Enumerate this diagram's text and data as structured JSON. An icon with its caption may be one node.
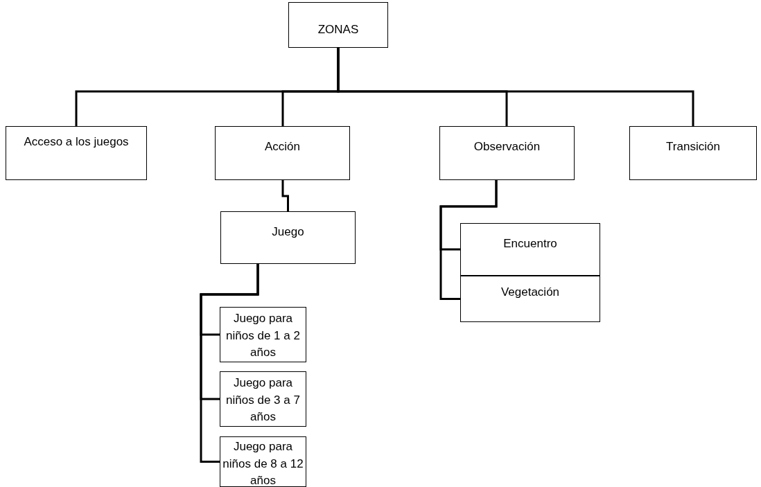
{
  "diagram": {
    "nodes": [
      {
        "text": [
          "ZONAS"
        ]
      },
      {
        "text": [
          "Acceso a los juegos"
        ]
      },
      {
        "text": [
          "Acción"
        ]
      },
      {
        "text": [
          "Observación"
        ]
      },
      {
        "text": [
          "Transición"
        ]
      },
      {
        "text": [
          "Juego"
        ]
      },
      {
        "text": [
          "Encuentro"
        ]
      },
      {
        "text": [
          "Vegetación"
        ]
      },
      {
        "text": [
          "Juego para niños de 1 a 2 años"
        ]
      },
      {
        "text": [
          "Juego para niños de 3 a 7 años"
        ]
      },
      {
        "text": [
          "Juego para niños de 8 a 12 años"
        ]
      }
    ],
    "edges": [
      {
        "from": 0,
        "to": 1,
        "arrow": "none"
      },
      {
        "from": 0,
        "to": 2,
        "arrow": "none"
      },
      {
        "from": 0,
        "to": 3,
        "arrow": "none"
      },
      {
        "from": 0,
        "to": 4,
        "arrow": "none"
      },
      {
        "from": 2,
        "to": 5,
        "arrow": "none"
      },
      {
        "from": 3,
        "to": 6,
        "arrow": "none"
      },
      {
        "from": 3,
        "to": 7,
        "arrow": "none"
      },
      {
        "from": 5,
        "to": 8,
        "arrow": "none"
      },
      {
        "from": 5,
        "to": 9,
        "arrow": "none"
      },
      {
        "from": 5,
        "to": 10,
        "arrow": "none"
      }
    ]
  }
}
